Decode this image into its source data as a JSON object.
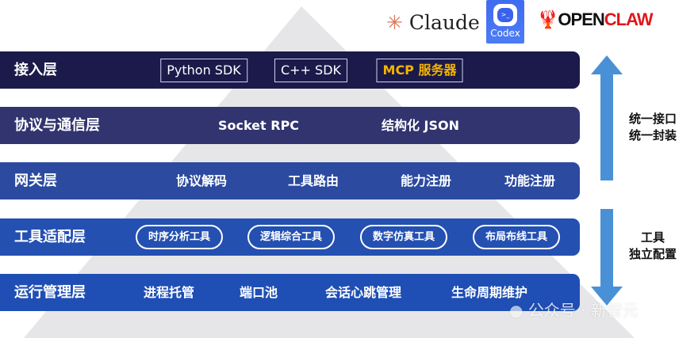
{
  "logos": {
    "claude": "Claude",
    "codex": "Codex",
    "openclaw_a": "OPEN",
    "openclaw_b": "CLAW"
  },
  "layers": [
    {
      "name": "接入层",
      "items": [
        "Python SDK",
        "C++ SDK",
        "MCP 服务器"
      ]
    },
    {
      "name": "协议与通信层",
      "items": [
        "Socket RPC",
        "结构化 JSON"
      ]
    },
    {
      "name": "网关层",
      "items": [
        "协议解码",
        "工具路由",
        "能力注册",
        "功能注册"
      ]
    },
    {
      "name": "工具适配层",
      "items": [
        "时序分析工具",
        "逻辑综合工具",
        "数字仿真工具",
        "布局布线工具"
      ]
    },
    {
      "name": "运行管理层",
      "items": [
        "进程托管",
        "端口池",
        "会话心跳管理",
        "生命周期维护"
      ]
    }
  ],
  "side": {
    "top_1": "统一接口",
    "top_2": "统一封装",
    "bottom_1": "工具",
    "bottom_2": "独立配置"
  },
  "watermark": "公众号 · 新智元",
  "colors": {
    "layer1": "#1b1a4a",
    "layer2": "#323470",
    "layer3": "#2b4aa0",
    "layer4": "#2450b2",
    "layer5": "#1f4fb5",
    "arrow": "#4a90d6",
    "mcp": "#f5b400"
  }
}
